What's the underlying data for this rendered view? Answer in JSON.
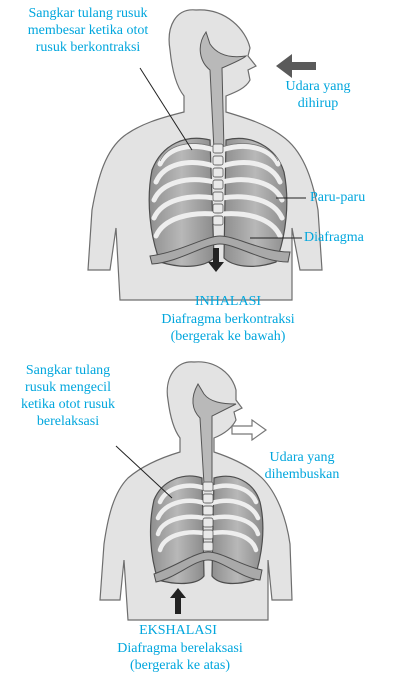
{
  "inhalation": {
    "ribcage_label": "Sangkar tulang rusuk\nmembesar ketika otot\nrusuk berkontraksi",
    "air_label": "Udara yang\ndihirup",
    "lungs_label": "Paru-paru",
    "diaphragm_label": "Diafragma",
    "title": "INHALASI",
    "caption": "Diafragma berkontraksi\n(bergerak ke bawah)"
  },
  "exhalation": {
    "ribcage_label": "Sangkar tulang\nrusuk mengecil\nketika otot rusuk\nberelaksasi",
    "air_label": "Udara yang\ndihembuskan",
    "title": "EKSHALASI",
    "caption": "Diafragma berelaksasi\n(bergerak ke atas)"
  },
  "colors": {
    "label": "#00a6dd",
    "body": "#dcdcdc",
    "outline": "#555555"
  }
}
